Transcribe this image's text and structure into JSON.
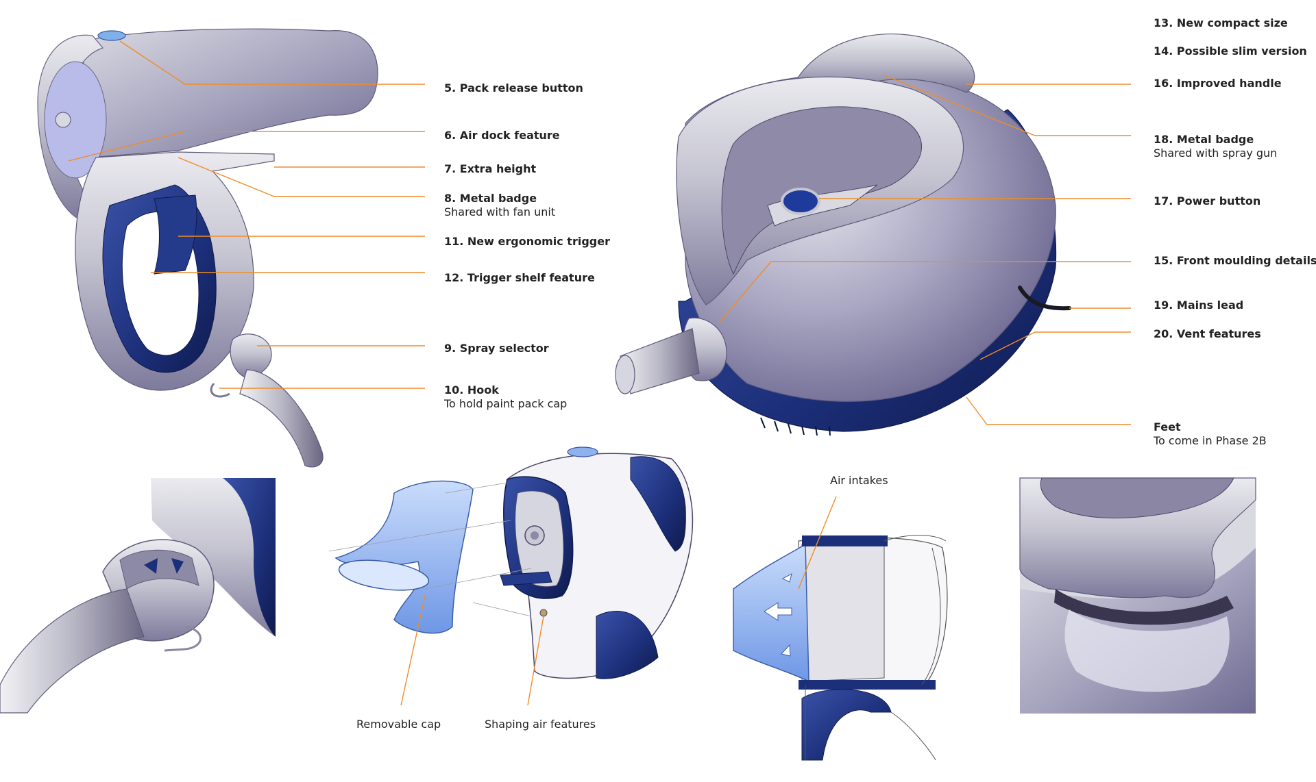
{
  "accent_line_color": "#f08c28",
  "colors": {
    "navy": "#1c2f7a",
    "silver": "#c8c9d4",
    "lavender": "#8c89b0",
    "light_blue": "#8fb2ee"
  },
  "spray_gun_labels": [
    {
      "title": "5. Pack release button",
      "sub": ""
    },
    {
      "title": "6. Air dock feature",
      "sub": ""
    },
    {
      "title": "7. Extra height",
      "sub": ""
    },
    {
      "title": "8. Metal badge",
      "sub": "Shared with fan unit"
    },
    {
      "title": "11. New ergonomic trigger",
      "sub": ""
    },
    {
      "title": "12. Trigger shelf feature",
      "sub": ""
    },
    {
      "title": "9. Spray selector",
      "sub": ""
    },
    {
      "title": "10. Hook",
      "sub": "To hold paint pack cap"
    }
  ],
  "fan_unit_labels": [
    {
      "title": "13. New compact size",
      "sub": ""
    },
    {
      "title": "14. Possible slim version",
      "sub": ""
    },
    {
      "title": "16. Improved handle",
      "sub": ""
    },
    {
      "title": "18. Metal badge",
      "sub": "Shared with spray gun"
    },
    {
      "title": "17. Power button",
      "sub": ""
    },
    {
      "title": "15. Front moulding details",
      "sub": ""
    },
    {
      "title": "19. Mains lead",
      "sub": ""
    },
    {
      "title": "20. Vent features",
      "sub": ""
    },
    {
      "title": "Feet",
      "sub": "To come in Phase 2B"
    }
  ],
  "detail_labels": {
    "removable_cap": "Removable cap",
    "shaping_air": "Shaping air features",
    "air_intakes": "Air intakes"
  }
}
